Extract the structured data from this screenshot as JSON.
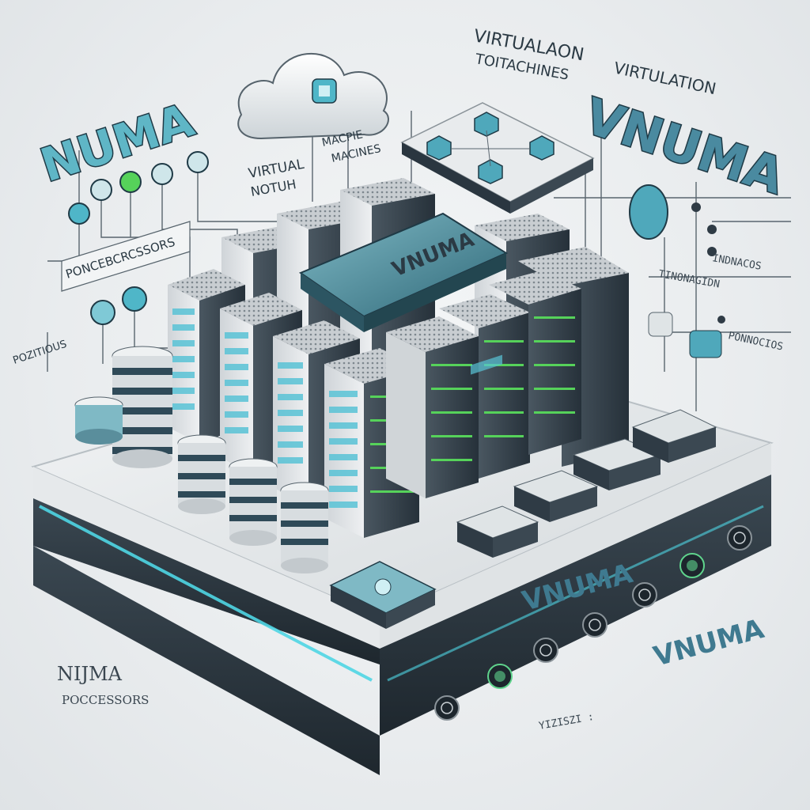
{
  "colors": {
    "accent": "#4fb6c8",
    "rack": "#d9dde0",
    "rack_dark": "#2a3640",
    "led_green": "#56d25a",
    "led_teal": "#59c3d6",
    "base_dark": "#2f3b45"
  },
  "labels": {
    "numa_top": "NUMA",
    "vnuma_right": "VNUMA",
    "vnuma_center": "VNUMA",
    "vnuma_tray": "VNUMA",
    "vnuma_front": "VNUMA",
    "virtualization_top": "VIRTUALAON",
    "totmachines": "TOITACHINES",
    "virtulation_right": "VIRTULATION",
    "virtual_mid": "VIRTUAL",
    "notuh_mid": "NOTUH",
    "macpie": "MACPIE",
    "macines": "MACINES",
    "processors_left": "PONCEBCRCSSORS",
    "pozmor": "POZITIOUS",
    "numa_bottom": "NIJMA",
    "processors_bottom": "POCCESSORS",
    "small_right_1": "TINONAGIDN",
    "small_right_2": "INDNACOS",
    "small_right_3": "PONNOCIOS",
    "small_bottom": "YIZISZI :"
  }
}
